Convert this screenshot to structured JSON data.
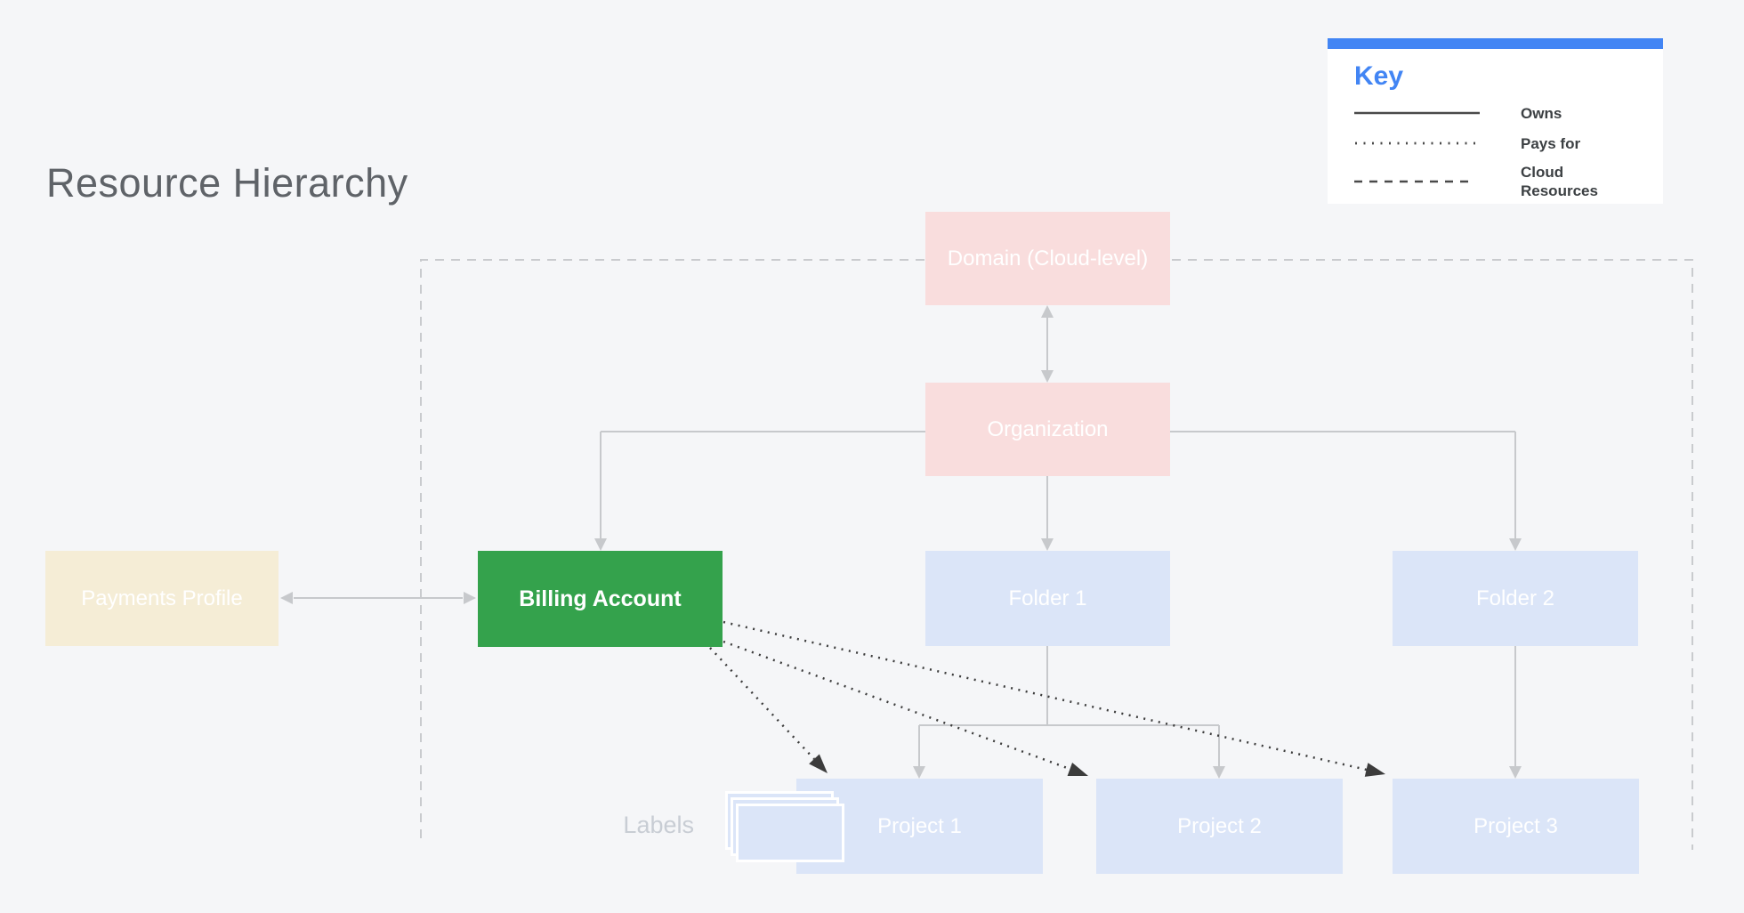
{
  "title": "Resource Hierarchy",
  "key": {
    "title": "Key",
    "items": [
      {
        "style": "solid",
        "label": "Owns"
      },
      {
        "style": "dotted",
        "label": "Pays for"
      },
      {
        "style": "dashed",
        "label": "Cloud Resources"
      }
    ]
  },
  "nodes": {
    "domain": {
      "label": "Domain (Cloud-level)"
    },
    "organization": {
      "label": "Organization"
    },
    "payments_profile": {
      "label": "Payments Profile"
    },
    "billing_account": {
      "label": "Billing Account"
    },
    "folder1": {
      "label": "Folder 1"
    },
    "folder2": {
      "label": "Folder 2"
    },
    "project1": {
      "label": "Project 1"
    },
    "project2": {
      "label": "Project 2"
    },
    "project3": {
      "label": "Project 3"
    }
  },
  "annotations": {
    "labels_caption": "Labels"
  },
  "colors": {
    "background": "#f5f6f8",
    "pink": "#f9dddd",
    "cream": "#f5edd6",
    "green": "#34a24c",
    "blue": "#dbe5f8",
    "key_accent": "#4285f4",
    "key_title_blue": "#4285f4",
    "connector_gray": "#c7c9cc",
    "boundary_dash_gray": "#c9cbce",
    "dotted_black": "#3c3c3c",
    "caption_gray": "#c8cdd4",
    "title_gray": "#5f6368"
  }
}
